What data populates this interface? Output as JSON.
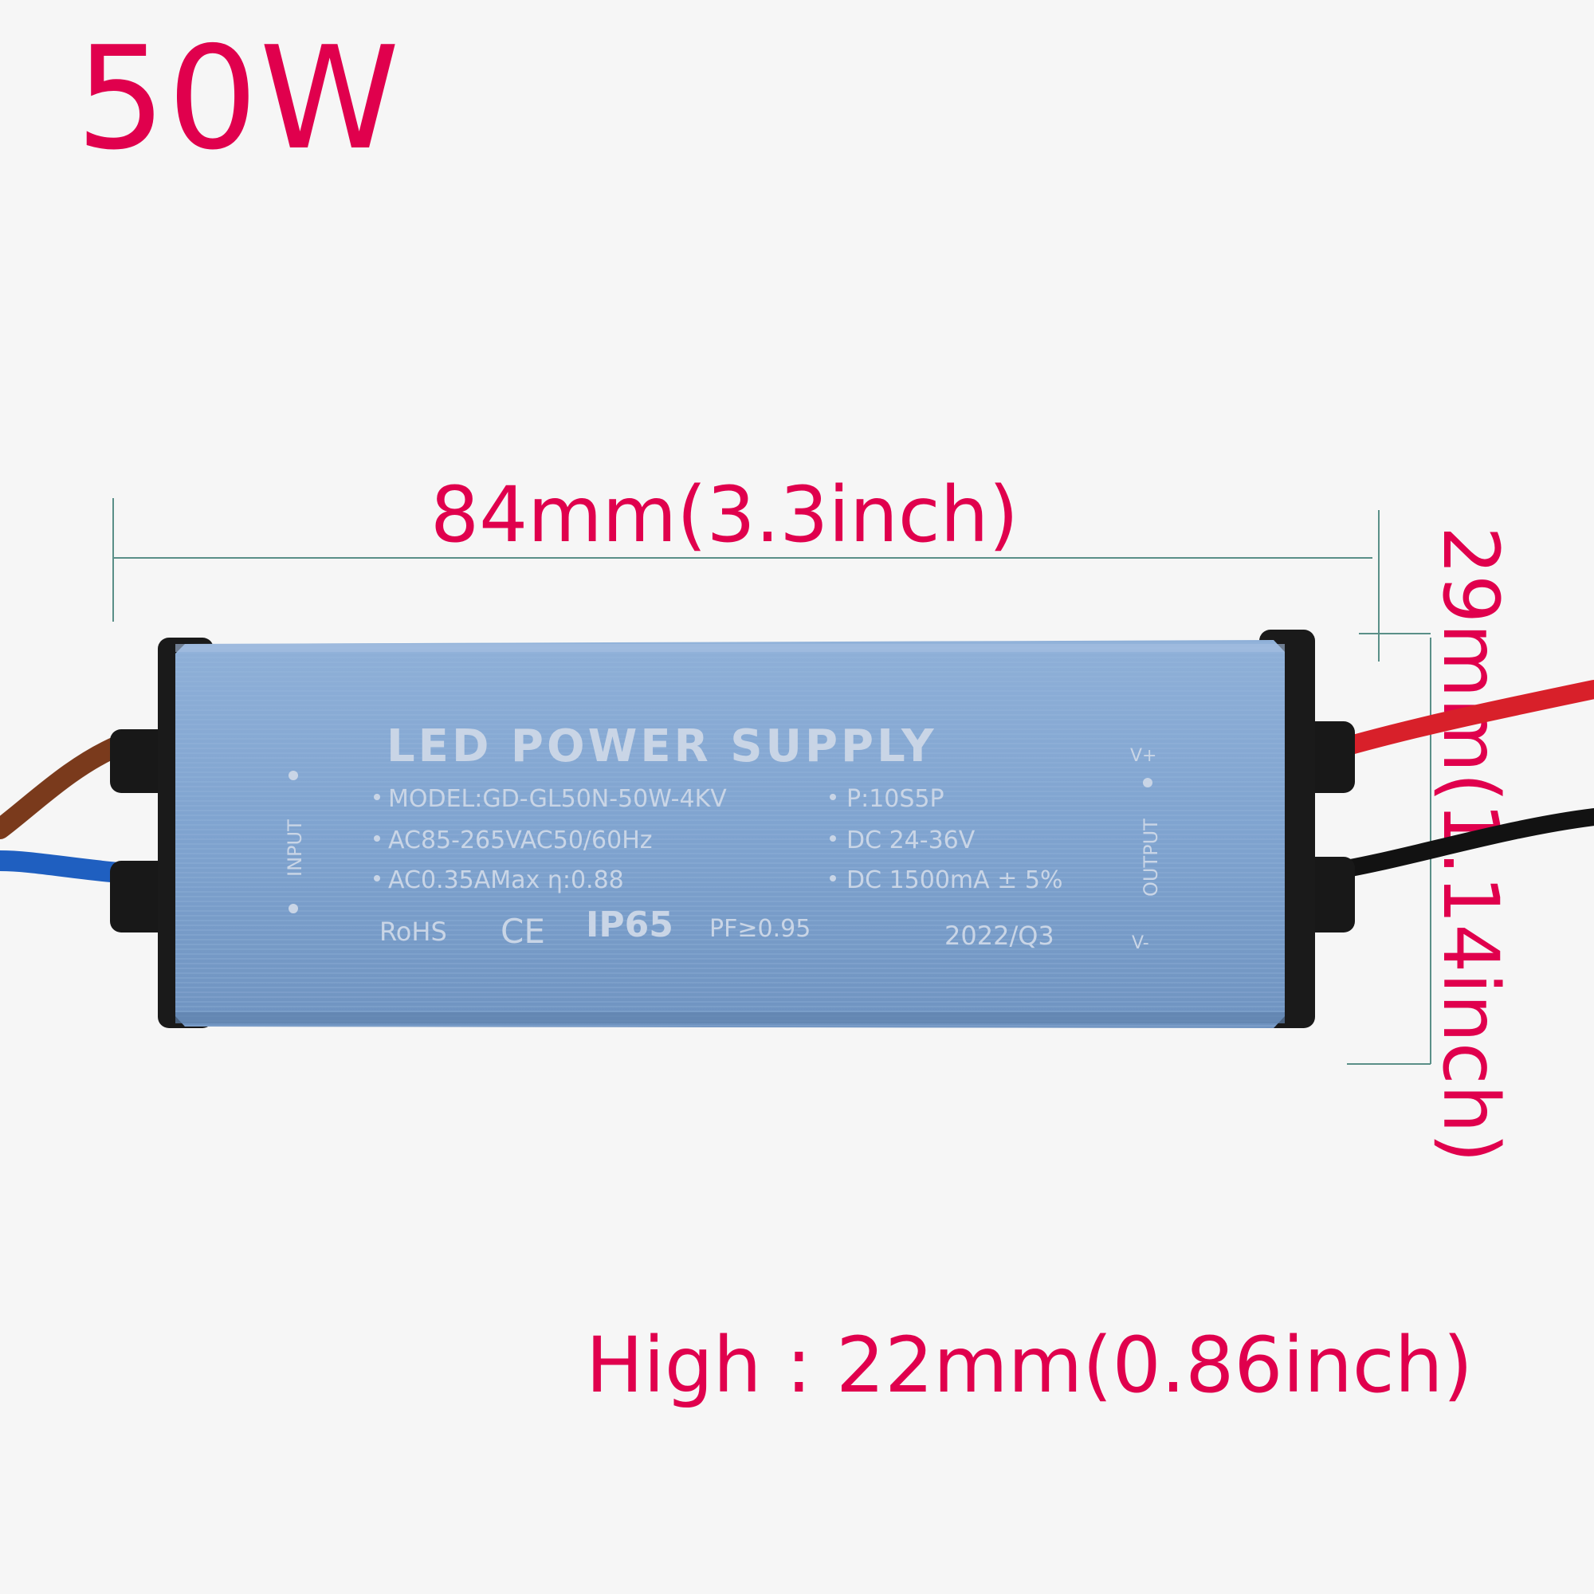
{
  "headline": "50W",
  "dimensions": {
    "width": "84mm(3.3inch)",
    "depth": "29mm(1.14inch)",
    "height": "High : 22mm(0.86inch)"
  },
  "label": {
    "title": "LED POWER SUPPLY",
    "model": "MODEL:GD-GL50N-50W-4KV",
    "config": "P:10S5P",
    "input_voltage": "AC85-265VAC50/60Hz",
    "output_voltage": "DC 24-36V",
    "input_current": "AC0.35AMax η:0.88",
    "output_current": "DC 1500mA ± 5%",
    "rohs": "RoHS",
    "ce": "CE",
    "ip": "IP65",
    "pf": "PF≥0.95",
    "date": "2022/Q3",
    "input_side": "INPUT",
    "output_side": "OUTPUT",
    "v_plus": "V+",
    "v_minus": "V-"
  },
  "colors": {
    "accent": "#e0004d",
    "case": "#7fa3cf",
    "end_caps": "#1a1a1a",
    "wire_red": "#d8202a",
    "wire_black": "#121212",
    "wire_brown": "#7a3a1c",
    "wire_blue": "#1f5fc0"
  }
}
